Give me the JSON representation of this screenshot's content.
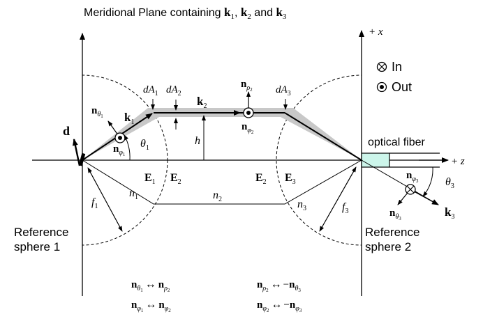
{
  "title": {
    "prefix": "Meridional Plane containing ",
    "k": "k",
    "s1": "1",
    "comma1": ", ",
    "s2": "2",
    "and": " and ",
    "s3": "3"
  },
  "axes": {
    "x_label": "+ x",
    "z_label": "+ z"
  },
  "legend": {
    "in_label": "In",
    "out_label": "Out"
  },
  "labels": {
    "d": "d",
    "k": "k",
    "k1_sub": "1",
    "k2_sub": "2",
    "k3_sub": "3",
    "dA": "dA",
    "dA1_sub": "1",
    "dA2_sub": "2",
    "dA3_sub": "3",
    "h": "h",
    "theta": "θ",
    "theta1_sub": "1",
    "theta3_sub": "3",
    "n": "n",
    "theta_sub": "θ",
    "phi_sub": "φ",
    "rho_sub": "ρ",
    "sub1": "1",
    "sub2": "2",
    "sub3": "3",
    "E": "E",
    "E1_sub": "1",
    "E2_sub": "2",
    "E3_sub": "3",
    "f": "f",
    "f1_sub": "1",
    "f3_sub": "3",
    "n1_sub": "1",
    "n2_sub": "2",
    "n3_sub": "3",
    "fiber": "optical fiber",
    "ref1_line1": "Reference",
    "ref1_line2": "sphere 1",
    "ref2_line1": "Reference",
    "ref2_line2": "sphere 2"
  },
  "relations": {
    "arrow": "↔",
    "neg": "−"
  },
  "colors": {
    "beam": "#c8c8c8",
    "fiber": "#ccf5ea",
    "line": "#000000"
  }
}
